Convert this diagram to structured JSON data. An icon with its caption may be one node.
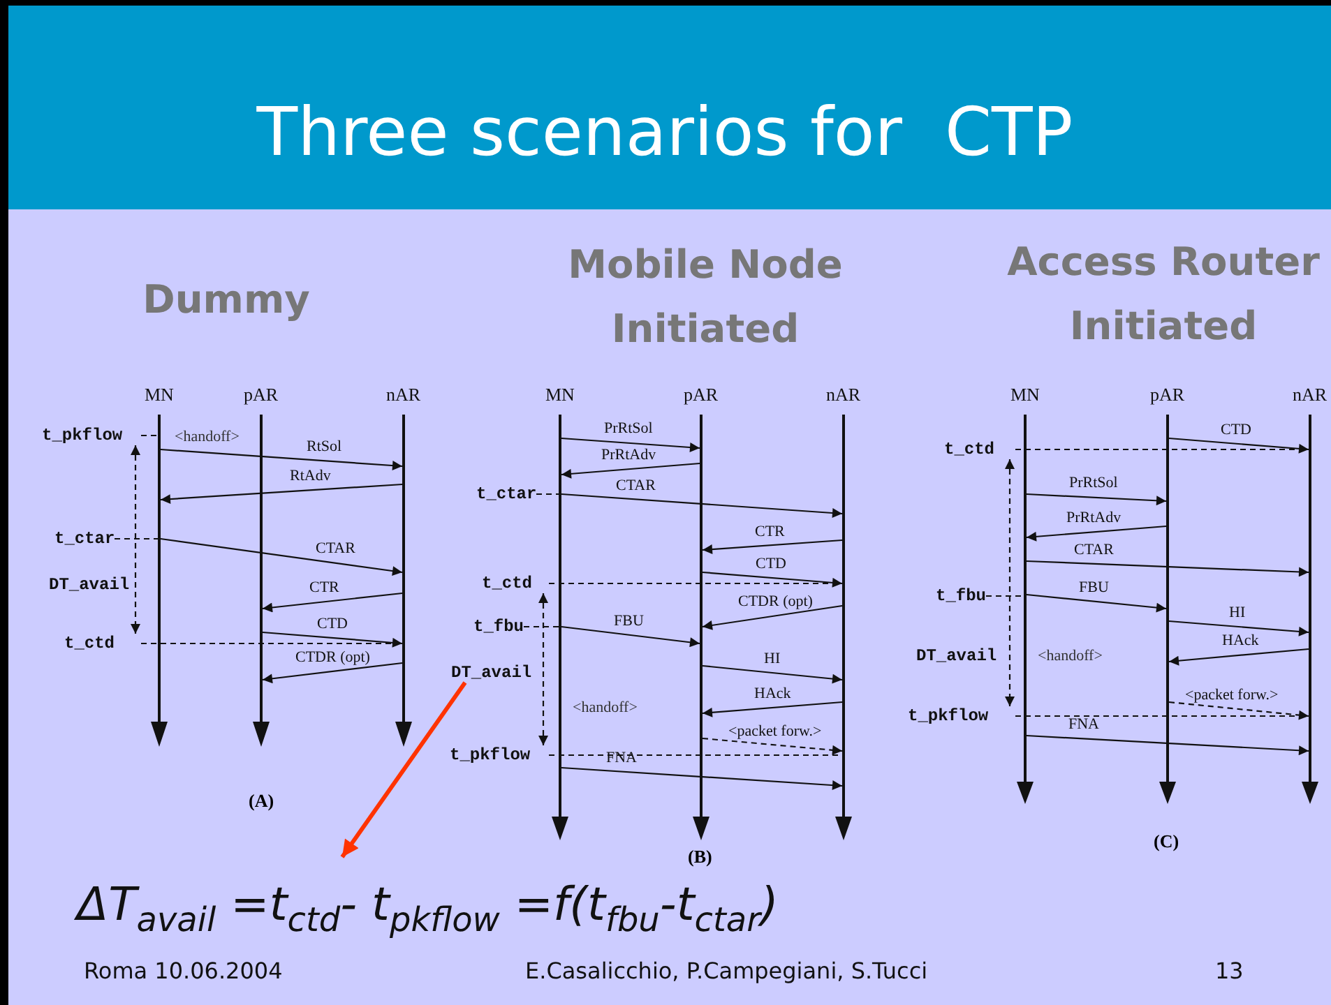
{
  "diagram": {
    "title": "Three scenarios for  CTP",
    "nodes": [
      {
        "text": [],
        "shape": "bar",
        "beside": [
          "MN"
        ]
      },
      {
        "text": [],
        "shape": "bar",
        "beside": [
          "pAR"
        ]
      },
      {
        "text": [],
        "shape": "bar",
        "beside": [
          "nAR"
        ]
      },
      {
        "text": [
          "t_pkflow"
        ]
      },
      {
        "text": [
          "t_ctar"
        ]
      },
      {
        "text": [
          "t_ctd"
        ]
      },
      {
        "text": [],
        "shape": "bar",
        "beside": [
          "MN"
        ]
      },
      {
        "text": [],
        "shape": "bar",
        "beside": [
          "pAR"
        ]
      },
      {
        "text": [],
        "shape": "bar",
        "beside": [
          "nAR"
        ]
      },
      {
        "text": [
          "t_ctar"
        ]
      },
      {
        "text": [
          "t_ctd"
        ]
      },
      {
        "text": [
          "t_fbu"
        ]
      },
      {
        "text": [
          "DT_avail"
        ]
      },
      {
        "text": [
          "t_pkflow"
        ]
      },
      {
        "text": [],
        "shape": "bar",
        "beside": [
          "MN"
        ]
      },
      {
        "text": [],
        "shape": "bar",
        "beside": [
          "pAR"
        ]
      },
      {
        "text": [],
        "shape": "bar",
        "beside": [
          "nAR"
        ]
      },
      {
        "text": [
          "t_ctd"
        ]
      },
      {
        "text": [
          "t_fbu"
        ]
      },
      {
        "text": [
          "t_pkflow"
        ]
      },
      {
        "text": [
          "ΔT$_{avail}$ =t$_{ctd}$- t$_{pkflow}$ =f(t$_{fbu}$-t$_{ctar}$)"
        ]
      }
    ],
    "edges": [
      {
        "from": 0,
        "to": 2,
        "arrow": "to",
        "label": "RtSol"
      },
      {
        "from": 2,
        "to": 0,
        "arrow": "to",
        "label": "RtAdv"
      },
      {
        "from": 0,
        "to": 2,
        "arrow": "to",
        "label": "CTAR"
      },
      {
        "from": 2,
        "to": 1,
        "arrow": "to",
        "label": "CTR"
      },
      {
        "from": 1,
        "to": 2,
        "arrow": "to",
        "label": "CTD"
      },
      {
        "from": 2,
        "to": 1,
        "arrow": "to",
        "label": "CTDR (opt)"
      },
      {
        "from": 3,
        "to": 0,
        "arrow": "none",
        "style": "dashed"
      },
      {
        "from": 4,
        "to": 0,
        "arrow": "none",
        "style": "dashed"
      },
      {
        "from": 5,
        "to": 2,
        "arrow": "none",
        "style": "dashed"
      },
      {
        "from": 6,
        "to": 7,
        "arrow": "to",
        "label": "PrRtSol"
      },
      {
        "from": 7,
        "to": 6,
        "arrow": "to",
        "label": "PrRtAdv"
      },
      {
        "from": 6,
        "to": 8,
        "arrow": "to",
        "label": "CTAR"
      },
      {
        "from": 8,
        "to": 7,
        "arrow": "to",
        "label": "CTR"
      },
      {
        "from": 7,
        "to": 8,
        "arrow": "to",
        "label": "CTD"
      },
      {
        "from": 8,
        "to": 7,
        "arrow": "to",
        "label": "CTDR (opt)"
      },
      {
        "from": 6,
        "to": 7,
        "arrow": "to",
        "label": "FBU"
      },
      {
        "from": 7,
        "to": 8,
        "arrow": "to",
        "label": "HI"
      },
      {
        "from": 8,
        "to": 7,
        "arrow": "to",
        "label": "HAck"
      },
      {
        "from": 7,
        "to": 8,
        "arrow": "to",
        "label": "<packet forw.>",
        "style": "dashed"
      },
      {
        "from": 6,
        "to": 8,
        "arrow": "to",
        "label": "FNA"
      },
      {
        "from": 9,
        "to": 6,
        "arrow": "none",
        "style": "dashed"
      },
      {
        "from": 10,
        "to": 8,
        "arrow": "none",
        "style": "dashed"
      },
      {
        "from": 11,
        "to": 6,
        "arrow": "none",
        "style": "dashed"
      },
      {
        "from": 13,
        "to": 8,
        "arrow": "none",
        "style": "dashed"
      },
      {
        "from": 15,
        "to": 16,
        "arrow": "to",
        "label": "CTD"
      },
      {
        "from": 14,
        "to": 15,
        "arrow": "to",
        "label": "PrRtSol"
      },
      {
        "from": 15,
        "to": 14,
        "arrow": "to",
        "label": "PrRtAdv"
      },
      {
        "from": 14,
        "to": 16,
        "arrow": "to",
        "label": "CTAR"
      },
      {
        "from": 14,
        "to": 15,
        "arrow": "to",
        "label": "FBU"
      },
      {
        "from": 15,
        "to": 16,
        "arrow": "to",
        "label": "HI"
      },
      {
        "from": 16,
        "to": 15,
        "arrow": "to",
        "label": "HAck"
      },
      {
        "from": 15,
        "to": 16,
        "arrow": "to",
        "label": "<packet forw.>",
        "style": "dashed"
      },
      {
        "from": 14,
        "to": 16,
        "arrow": "to",
        "label": "FNA"
      },
      {
        "from": 17,
        "to": 16,
        "arrow": "none",
        "style": "dashed"
      },
      {
        "from": 18,
        "to": 14,
        "arrow": "none",
        "style": "dashed"
      },
      {
        "from": 19,
        "to": 16,
        "arrow": "none",
        "style": "dashed"
      },
      {
        "from": 12,
        "to": 20,
        "arrow": "to",
        "style": "thick",
        "color": "#ff3300"
      },
      {
        "from": 3,
        "to": 5,
        "arrow": "both",
        "style": "dashed"
      },
      {
        "from": 10,
        "to": 13,
        "arrow": "both",
        "style": "dashed"
      },
      {
        "from": 17,
        "to": 19,
        "arrow": "both",
        "style": "dashed"
      }
    ],
    "labels": [
      "Dummy",
      "Mobile Node Initiated",
      "Access Router Initiated",
      "<handoff>",
      "DT_avail",
      "(A)",
      "<handoff>",
      "(B)",
      "DT_avail",
      "<handoff>",
      "(C)",
      "Roma 10.06.2004",
      "E.Casalicchio, P.Campegiani, S.Tucci",
      "13"
    ]
  }
}
